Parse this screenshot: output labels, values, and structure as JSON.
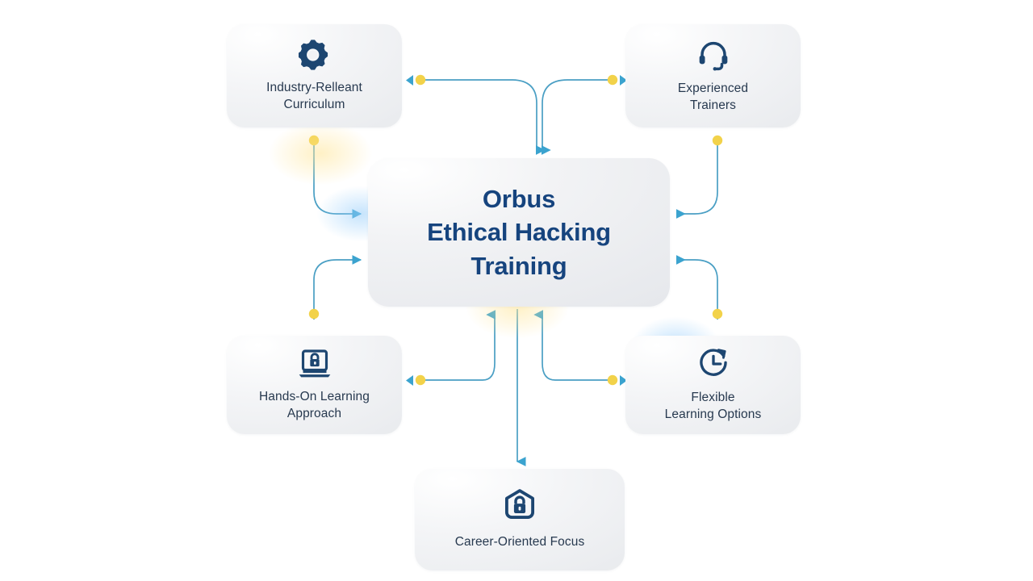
{
  "diagram": {
    "type": "hub-and-spoke mind map",
    "center": {
      "title": "Orbus\nEthical Hacking\nTraining",
      "title_color": "#16447e"
    },
    "theme": {
      "card_background": "#f1f2f4",
      "label_color": "#27394f",
      "connector_color": "#4a9fc4",
      "dot_color": "#f2d24a",
      "arrow_color": "#3ba3cf",
      "icon_color": "#1d4671",
      "page_background": "#ffffff"
    },
    "nodes": [
      {
        "id": "industry-relevant-curriculum",
        "label": "Industry-Relleant\nCurriculum",
        "icon": "gear-icon",
        "position": "top-left"
      },
      {
        "id": "experienced-trainers",
        "label": "Experienced\nTrainers",
        "icon": "headset-icon",
        "position": "top-right"
      },
      {
        "id": "hands-on-learning-approach",
        "label": "Hands-On Learning\nApproach",
        "icon": "laptop-lock-icon",
        "position": "bottom-left"
      },
      {
        "id": "flexible-learning-options",
        "label": "Flexible\nLearning Options",
        "icon": "clock-rotate-icon",
        "position": "bottom-right"
      },
      {
        "id": "career-oriented-focus",
        "label": "Career-Oriented Focus",
        "icon": "shield-lock-icon",
        "position": "bottom-center"
      }
    ]
  }
}
